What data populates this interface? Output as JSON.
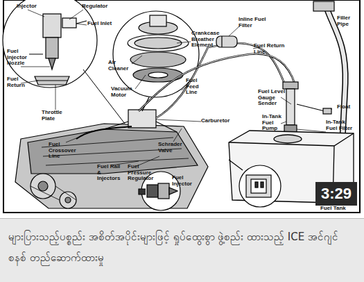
{
  "diagram": {
    "caption": "များပြားသည့်ပစ္စည်း  အစိတ်အပိုင်းများဖြင့် ရှုပ်ထွေးစွာ ဖွဲ့စည်း ထားသည့် ICE အင်ဂျင်စနစ် တည်ဆောက်ထားမှု",
    "nodes": [
      {
        "text": [
          "3:29"
        ]
      }
    ],
    "labels": [
      "Injector",
      "Regulator",
      "Fuel Inlet",
      "Fuel Injector Nozzle",
      "Fuel Return",
      "Throttle Plate",
      "Air Cleaner",
      "Vacuum Motor",
      "Crankcase Breather Element",
      "Inline Fuel Filter",
      "Filler Pipe",
      "Fuel Return Line",
      "Fuel Feed Line",
      "Fuel Level Gauge Sender",
      "Float",
      "In-Tank Fuel Pump",
      "In-Tank Fuel Filter",
      "Carburetor",
      "Schrader Valve",
      "Fuel Crossover Line",
      "Fuel Rail & Injectors",
      "Fuel Pressure Regulator",
      "Fuel Injector",
      "Fuel Tank"
    ]
  }
}
